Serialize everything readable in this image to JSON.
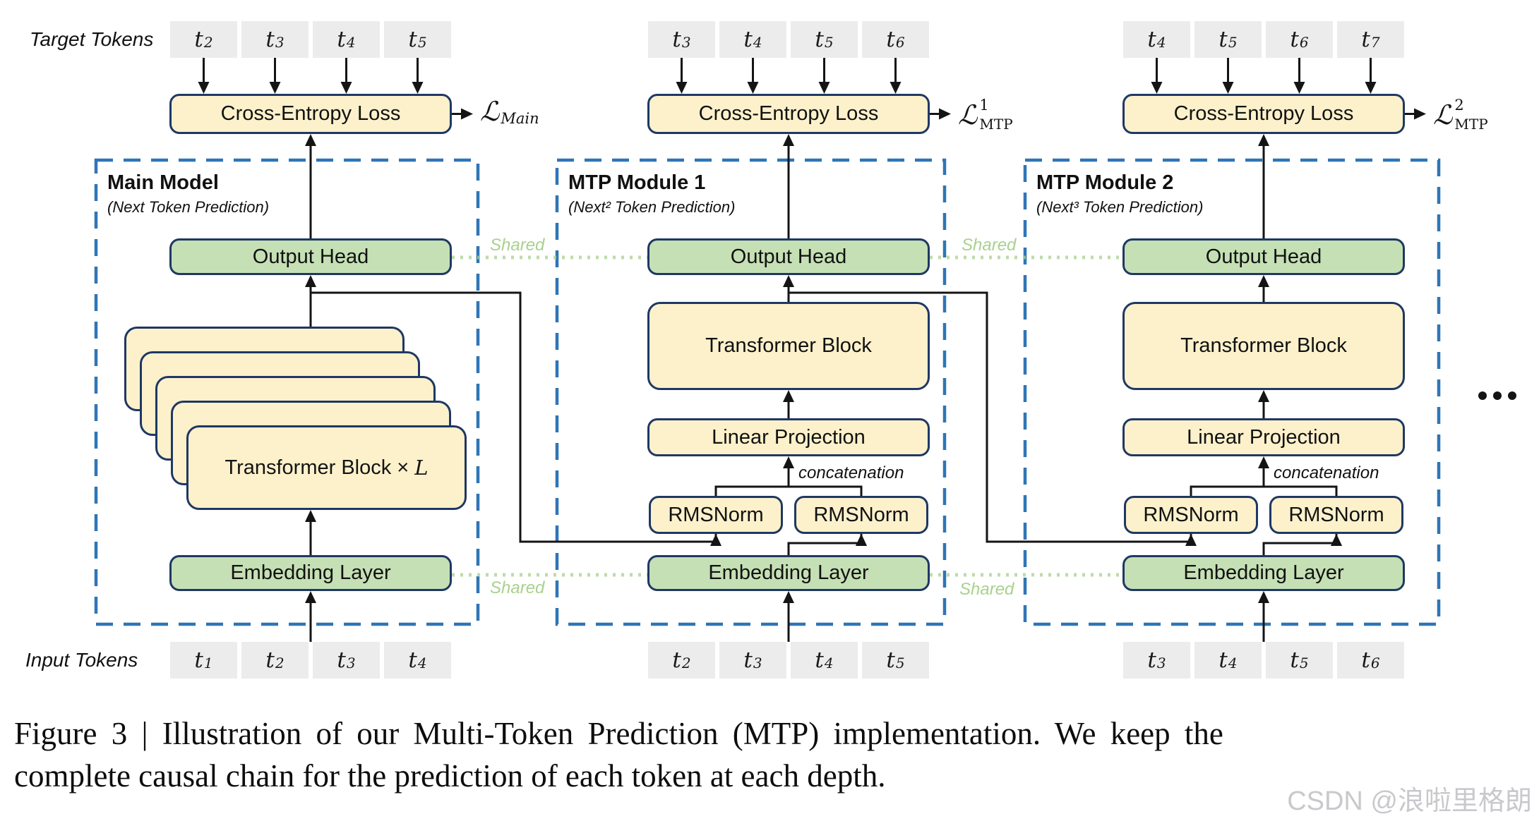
{
  "figure": {
    "row_labels": {
      "target": "Target Tokens",
      "input": "Input Tokens"
    },
    "shared_label": "Shared",
    "concat_label": "concatenation",
    "ellipsis": "...",
    "columns": [
      {
        "id": "main",
        "title": "Main Model",
        "subtitle": "(Next Token Prediction)",
        "target_tokens": [
          "t2",
          "t3",
          "t4",
          "t5"
        ],
        "input_tokens": [
          "t1",
          "t2",
          "t3",
          "t4"
        ],
        "loss": {
          "symbol": "ℒ",
          "sup": "",
          "sub": "Main",
          "sub_italic": true
        },
        "boxes": {
          "cross_entropy": "Cross-Entropy Loss",
          "output_head": "Output Head",
          "transformer_stack": "Transformer Block × L",
          "embedding": "Embedding Layer"
        }
      },
      {
        "id": "mtp1",
        "title": "MTP Module 1",
        "subtitle": "(Next² Token Prediction)",
        "target_tokens": [
          "t3",
          "t4",
          "t5",
          "t6"
        ],
        "input_tokens": [
          "t2",
          "t3",
          "t4",
          "t5"
        ],
        "loss": {
          "symbol": "ℒ",
          "sup": "1",
          "sub": "MTP",
          "sub_italic": false
        },
        "boxes": {
          "cross_entropy": "Cross-Entropy Loss",
          "output_head": "Output Head",
          "transformer": "Transformer Block",
          "linear": "Linear Projection",
          "rmsnorm_left": "RMSNorm",
          "rmsnorm_right": "RMSNorm",
          "embedding": "Embedding Layer"
        }
      },
      {
        "id": "mtp2",
        "title": "MTP Module 2",
        "subtitle": "(Next³ Token Prediction)",
        "target_tokens": [
          "t4",
          "t5",
          "t6",
          "t7"
        ],
        "input_tokens": [
          "t3",
          "t4",
          "t5",
          "t6"
        ],
        "loss": {
          "symbol": "ℒ",
          "sup": "2",
          "sub": "MTP",
          "sub_italic": false
        },
        "boxes": {
          "cross_entropy": "Cross-Entropy Loss",
          "output_head": "Output Head",
          "transformer": "Transformer Block",
          "linear": "Linear Projection",
          "rmsnorm_left": "RMSNorm",
          "rmsnorm_right": "RMSNorm",
          "embedding": "Embedding Layer"
        }
      }
    ],
    "colors": {
      "box_yellow": "#FCF1CB",
      "box_green": "#C5E0B4",
      "box_border": "#1F3864",
      "token_bg": "#ECECEC",
      "dashed_border": "#2E75B6",
      "shared_green": "#A9D18E",
      "line_black": "#141414"
    }
  },
  "caption": {
    "line1": "Figure 3 | Illustration of our Multi-Token Prediction (MTP) implementation.  We keep the",
    "line2": "complete causal chain for the prediction of each token at each depth."
  },
  "watermark": "CSDN @浪啦里格朗"
}
